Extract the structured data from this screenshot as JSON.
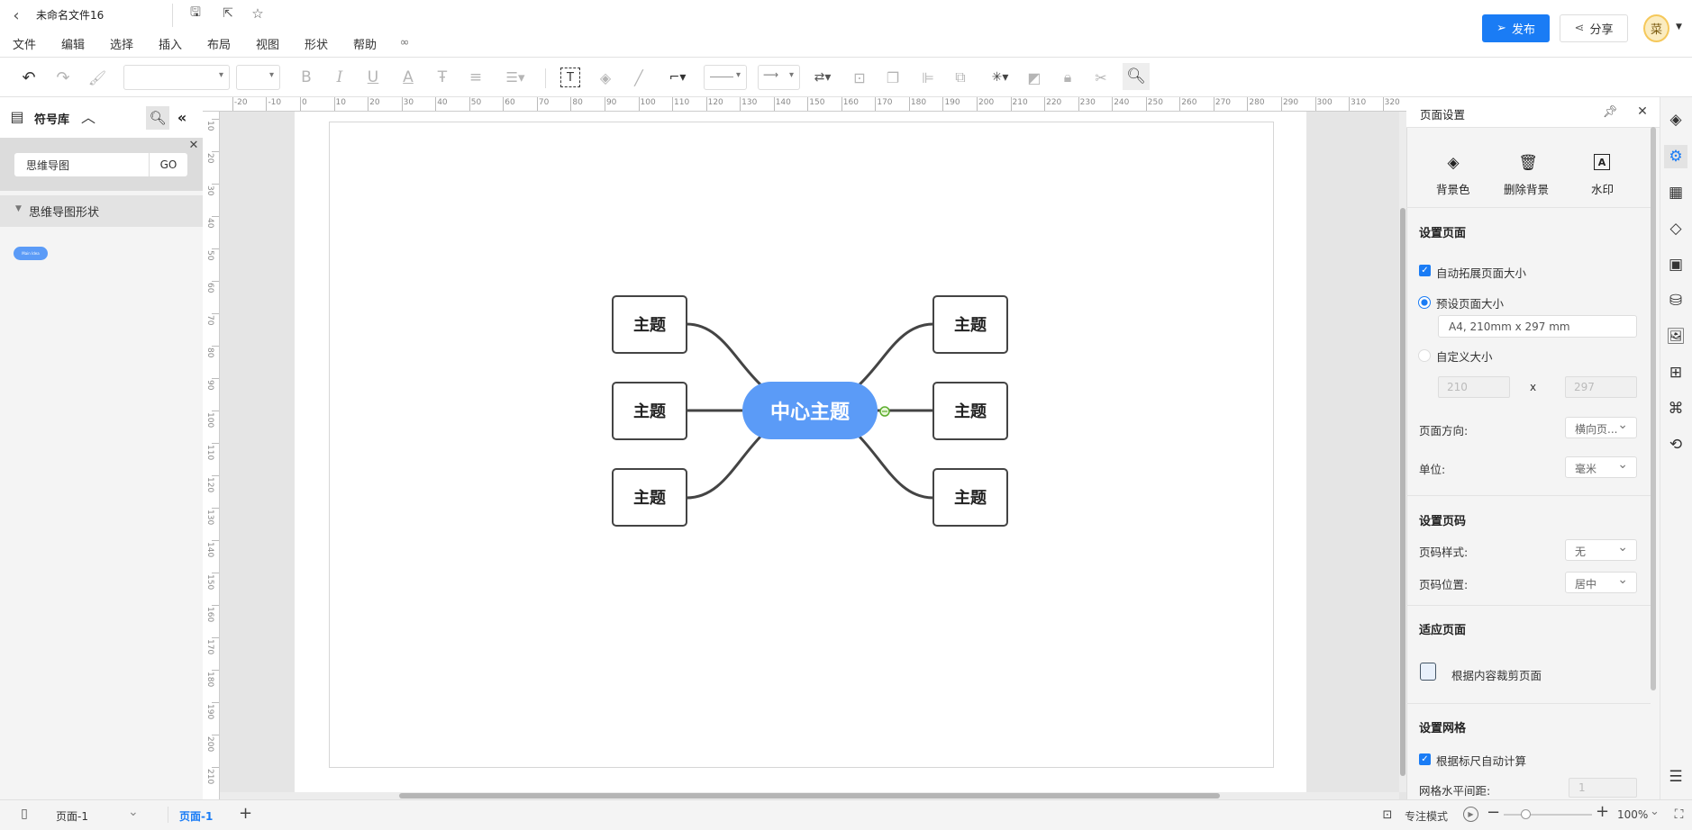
{
  "titlebar": {
    "title": "未命名文件16",
    "publish": "发布",
    "share": "分享",
    "avatar": "菜"
  },
  "menu": [
    "文件",
    "编辑",
    "选择",
    "插入",
    "布局",
    "视图",
    "形状",
    "帮助"
  ],
  "toolbar": {
    "font_value": "",
    "size_value": ""
  },
  "left_panel": {
    "title": "符号库",
    "search_value": "思维导图",
    "go": "GO",
    "category": "思维导图形状",
    "shape_label": "Main Idea"
  },
  "ruler": {
    "top": [
      -20,
      -10,
      0,
      10,
      20,
      30,
      40,
      50,
      60,
      70,
      80,
      90,
      100,
      110,
      120,
      130,
      140,
      150,
      160,
      170,
      180,
      190,
      200,
      210,
      220,
      230,
      240,
      250,
      260,
      270,
      280,
      290,
      300,
      310,
      320
    ],
    "left": [
      10,
      20,
      30,
      40,
      50,
      60,
      70,
      80,
      90,
      100,
      110,
      120,
      130,
      140,
      150,
      160,
      170,
      180,
      190,
      200,
      210
    ]
  },
  "mindmap": {
    "center": "中心主题",
    "topics": [
      "主题",
      "主题",
      "主题",
      "主题",
      "主题",
      "主题"
    ],
    "center_color": "#5b9bf7"
  },
  "right_panel": {
    "title": "页面设置",
    "actions": [
      "背景色",
      "删除背景",
      "水印"
    ],
    "page_section": "设置页面",
    "auto_expand": "自动拓展页面大小",
    "auto_expand_checked": true,
    "preset": "预设页面大小",
    "preset_selected": true,
    "preset_value": "A4, 210mm x 297 mm",
    "custom": "自定义大小",
    "width_value": "210",
    "times": "x",
    "height_value": "297",
    "orientation_label": "页面方向:",
    "orientation_value": "横向页...",
    "unit_label": "单位:",
    "unit_value": "毫米",
    "pagenum_section": "设置页码",
    "pagenum_style_label": "页码样式:",
    "pagenum_style_value": "无",
    "pagenum_pos_label": "页码位置:",
    "pagenum_pos_value": "居中",
    "fit_section": "适应页面",
    "fit_action": "根据内容裁剪页面",
    "grid_section": "设置网格",
    "grid_auto": "根据标尺自动计算",
    "grid_auto_checked": true,
    "grid_h_label": "网格水平间距:",
    "grid_h_value": "1"
  },
  "statusbar": {
    "page_select": "页面-1",
    "active_tab": "页面-1",
    "focus_mode": "专注模式",
    "zoom": "100%",
    "zoom_level_percent": 100
  },
  "colors": {
    "accent": "#1a7cf5",
    "center": "#5b9bf7"
  }
}
